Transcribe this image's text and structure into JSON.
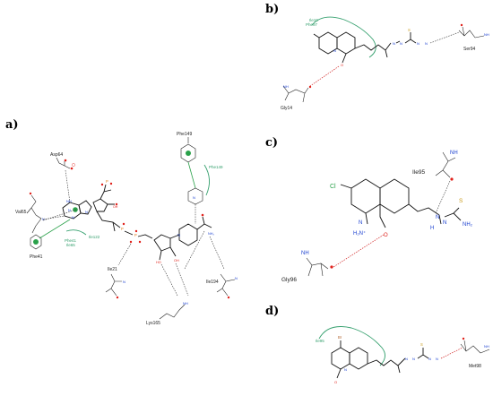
{
  "panels": {
    "a": {
      "letter": "a)",
      "residues": {
        "asp64": "Asp64",
        "val65": "Val65",
        "phe41": "Phe41",
        "phe41_hyd": "Phe41",
        "ile122": "Ile122",
        "ile65": "Ile65",
        "phe149_top": "Phe149",
        "phe149_hyd": "Phe149",
        "ile21": "Ile21",
        "ile194": "Ile194",
        "lys165": "Lys165"
      }
    },
    "b": {
      "letter": "b)",
      "residues": {
        "ile10": "Ile10",
        "phe97": "Phe97",
        "gly14": "Gly14",
        "ser94": "Ser94"
      }
    },
    "c": {
      "letter": "c)",
      "residues": {
        "ile95": "Ile95",
        "gly96": "Gly96"
      }
    },
    "d": {
      "letter": "d)",
      "residues": {
        "ile95": "Ile95",
        "met98": "Met98"
      }
    }
  },
  "colors": {
    "nitrogen": "#1a3fd0",
    "oxygen": "#e0201a",
    "sulfur": "#c89a1a",
    "chlorine": "#2aa14a",
    "hydrophobic": "#35a06e"
  }
}
